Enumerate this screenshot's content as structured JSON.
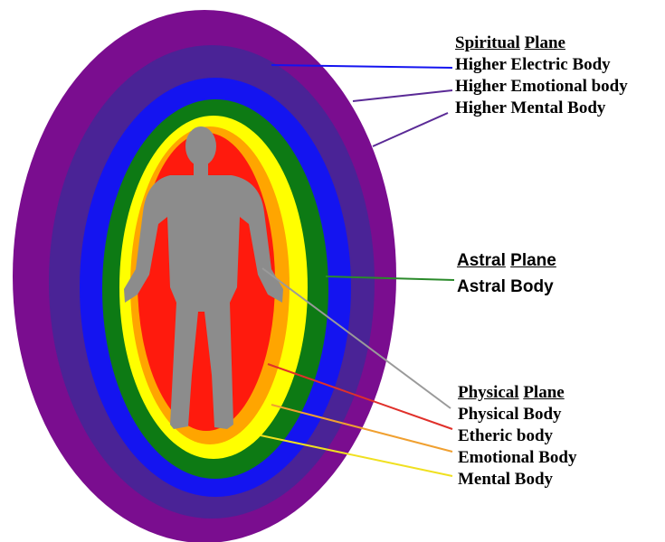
{
  "colors": {
    "outer_purple": "#7a0d8f",
    "dark_purple": "#4a2396",
    "blue": "#1414f0",
    "green": "#0d7a14",
    "yellow": "#ffff00",
    "orange": "#ffa500",
    "red": "#ff1a0d",
    "figure": "#8c8c8c"
  },
  "spiritual": {
    "heading_word1": "Spiritual",
    "heading_word2": "Plane",
    "items": [
      "Higher Electric Body",
      "Higher Emotional body",
      "Higher Mental Body"
    ]
  },
  "astral": {
    "heading_word1": "Astral",
    "heading_word2": "Plane",
    "items": [
      "Astral Body"
    ]
  },
  "physical": {
    "heading_word1": "Physical",
    "heading_word2": "Plane",
    "items": [
      "Physical Body",
      "Etheric body",
      "Emotional Body",
      "Mental Body"
    ]
  }
}
